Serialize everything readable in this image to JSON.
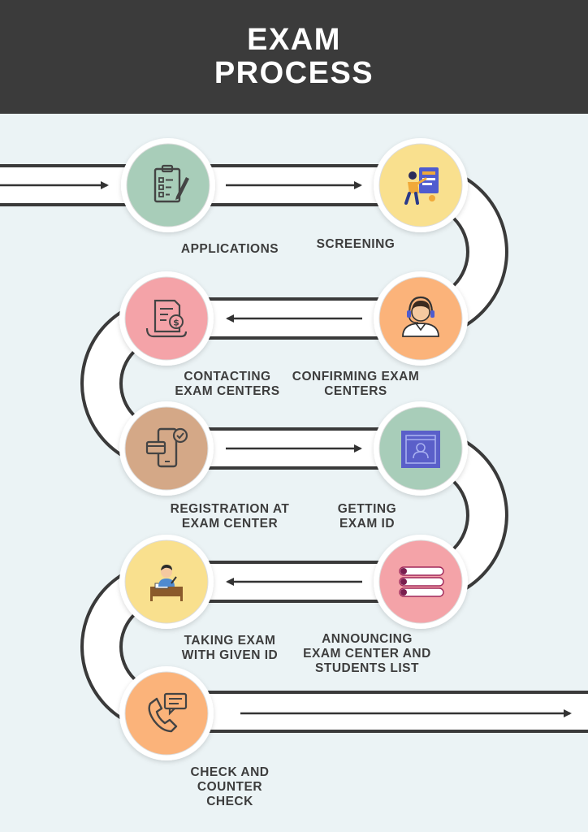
{
  "title": {
    "line1": "EXAM",
    "line2": "PROCESS"
  },
  "colors": {
    "header_bg": "#3b3b3b",
    "page_bg": "#ebf3f5",
    "road": "#ffffff",
    "road_edge": "#3a3a3a",
    "arrow": "#333333"
  },
  "steps": [
    {
      "label": "APPLICATIONS",
      "icon": "clipboard-checklist-icon",
      "color": "#a8cdb9"
    },
    {
      "label": "SCREENING",
      "icon": "screening-person-icon",
      "color": "#f9e08e"
    },
    {
      "label": "CONFIRMING EXAM CENTERS",
      "icon": "headset-agent-icon",
      "color": "#fbb37a"
    },
    {
      "label": "CONTACTING EXAM CENTERS",
      "icon": "invoice-dollar-icon",
      "color": "#f4a3a8"
    },
    {
      "label": "REGISTRATION AT EXAM CENTER",
      "icon": "phone-card-icon",
      "color": "#d4a887"
    },
    {
      "label": "GETTING EXAM ID",
      "icon": "id-window-icon",
      "color": "#a8cdb9"
    },
    {
      "label": "ANNOUNCING EXAM CENTER AND STUDENTS LIST",
      "icon": "list-icon",
      "color": "#f4a3a8"
    },
    {
      "label": "TAKING EXAM WITH GIVEN ID",
      "icon": "student-writing-icon",
      "color": "#f9e08e"
    },
    {
      "label": "CHECK AND COUNTER CHECK",
      "icon": "phone-chat-icon",
      "color": "#fbb37a"
    }
  ]
}
